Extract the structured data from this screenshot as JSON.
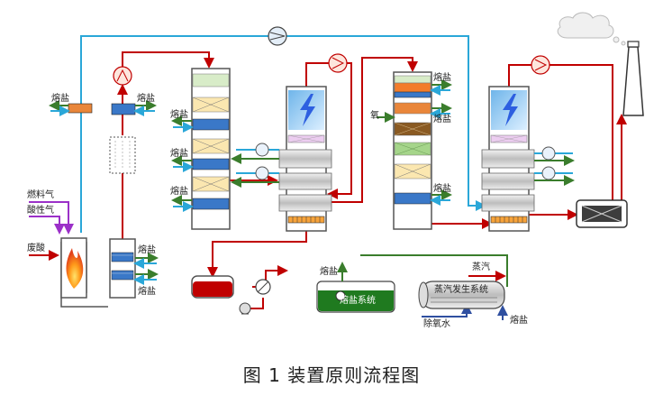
{
  "caption": "图 1    装置原则流程图",
  "labels": {
    "molten_salt": "熔盐",
    "fuel_gas": "燃料气",
    "acid_gas": "酸性气",
    "waste_acid": "废酸",
    "oxygen": "氧",
    "steam": "蒸汽",
    "deaerated_water": "除氧水",
    "salt_system": "熔盐系统",
    "steam_gen_system": "蒸汽发生系统"
  },
  "colors": {
    "gas_line": "#2aa7d8",
    "process_line": "#c00000",
    "salt_out": "#3a7d2c",
    "salt_in": "#2aa7d8",
    "salt_system_fill": "#1f7a1f",
    "vessel_fill": "#c00000"
  },
  "icons": [
    "compressor-icon",
    "blower-icon",
    "lightning-icon",
    "flame-icon",
    "cloud-icon",
    "chimney-icon",
    "pump-icon",
    "valve-icon"
  ]
}
